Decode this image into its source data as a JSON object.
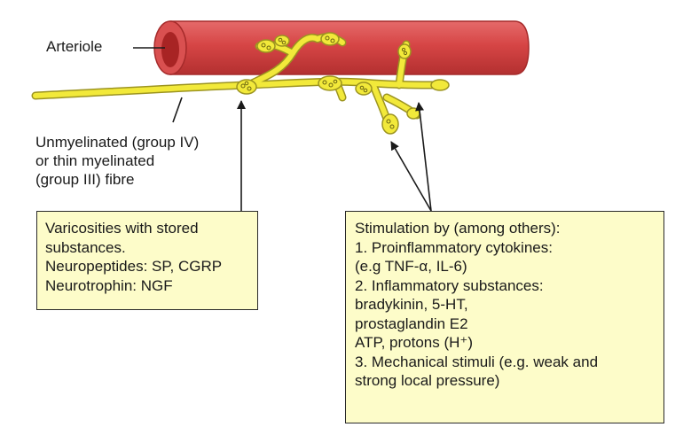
{
  "labels": {
    "arteriole": "Arteriole",
    "fibre": [
      "Unmyelinated (group IV)",
      "or thin myelinated",
      "(group III) fibre"
    ]
  },
  "left_box": {
    "lines": [
      "Varicosities with stored",
      "substances.",
      "Neuropeptides: SP, CGRP",
      "Neurotrophin: NGF"
    ]
  },
  "right_box": {
    "lines": [
      "Stimulation by (among others):",
      "1. Proinflammatory cytokines:",
      "(e.g  TNF-α, IL-6)",
      "2. Inflammatory substances:",
      "bradykinin, 5-HT,",
      "prostaglandin E2",
      "ATP, protons (H⁺)",
      "3. Mechanical stimuli (e.g. weak and",
      "strong local pressure)"
    ]
  },
  "colors": {
    "vessel": "#d64545",
    "vessel_dark": "#b52f2f",
    "vessel_lumen": "#a82424",
    "nerve": "#f2e93a",
    "nerve_outline": "#9c9420",
    "box_fill": "#fdfcc9",
    "box_border": "#2a2a2a",
    "line": "#1a1a1a"
  }
}
